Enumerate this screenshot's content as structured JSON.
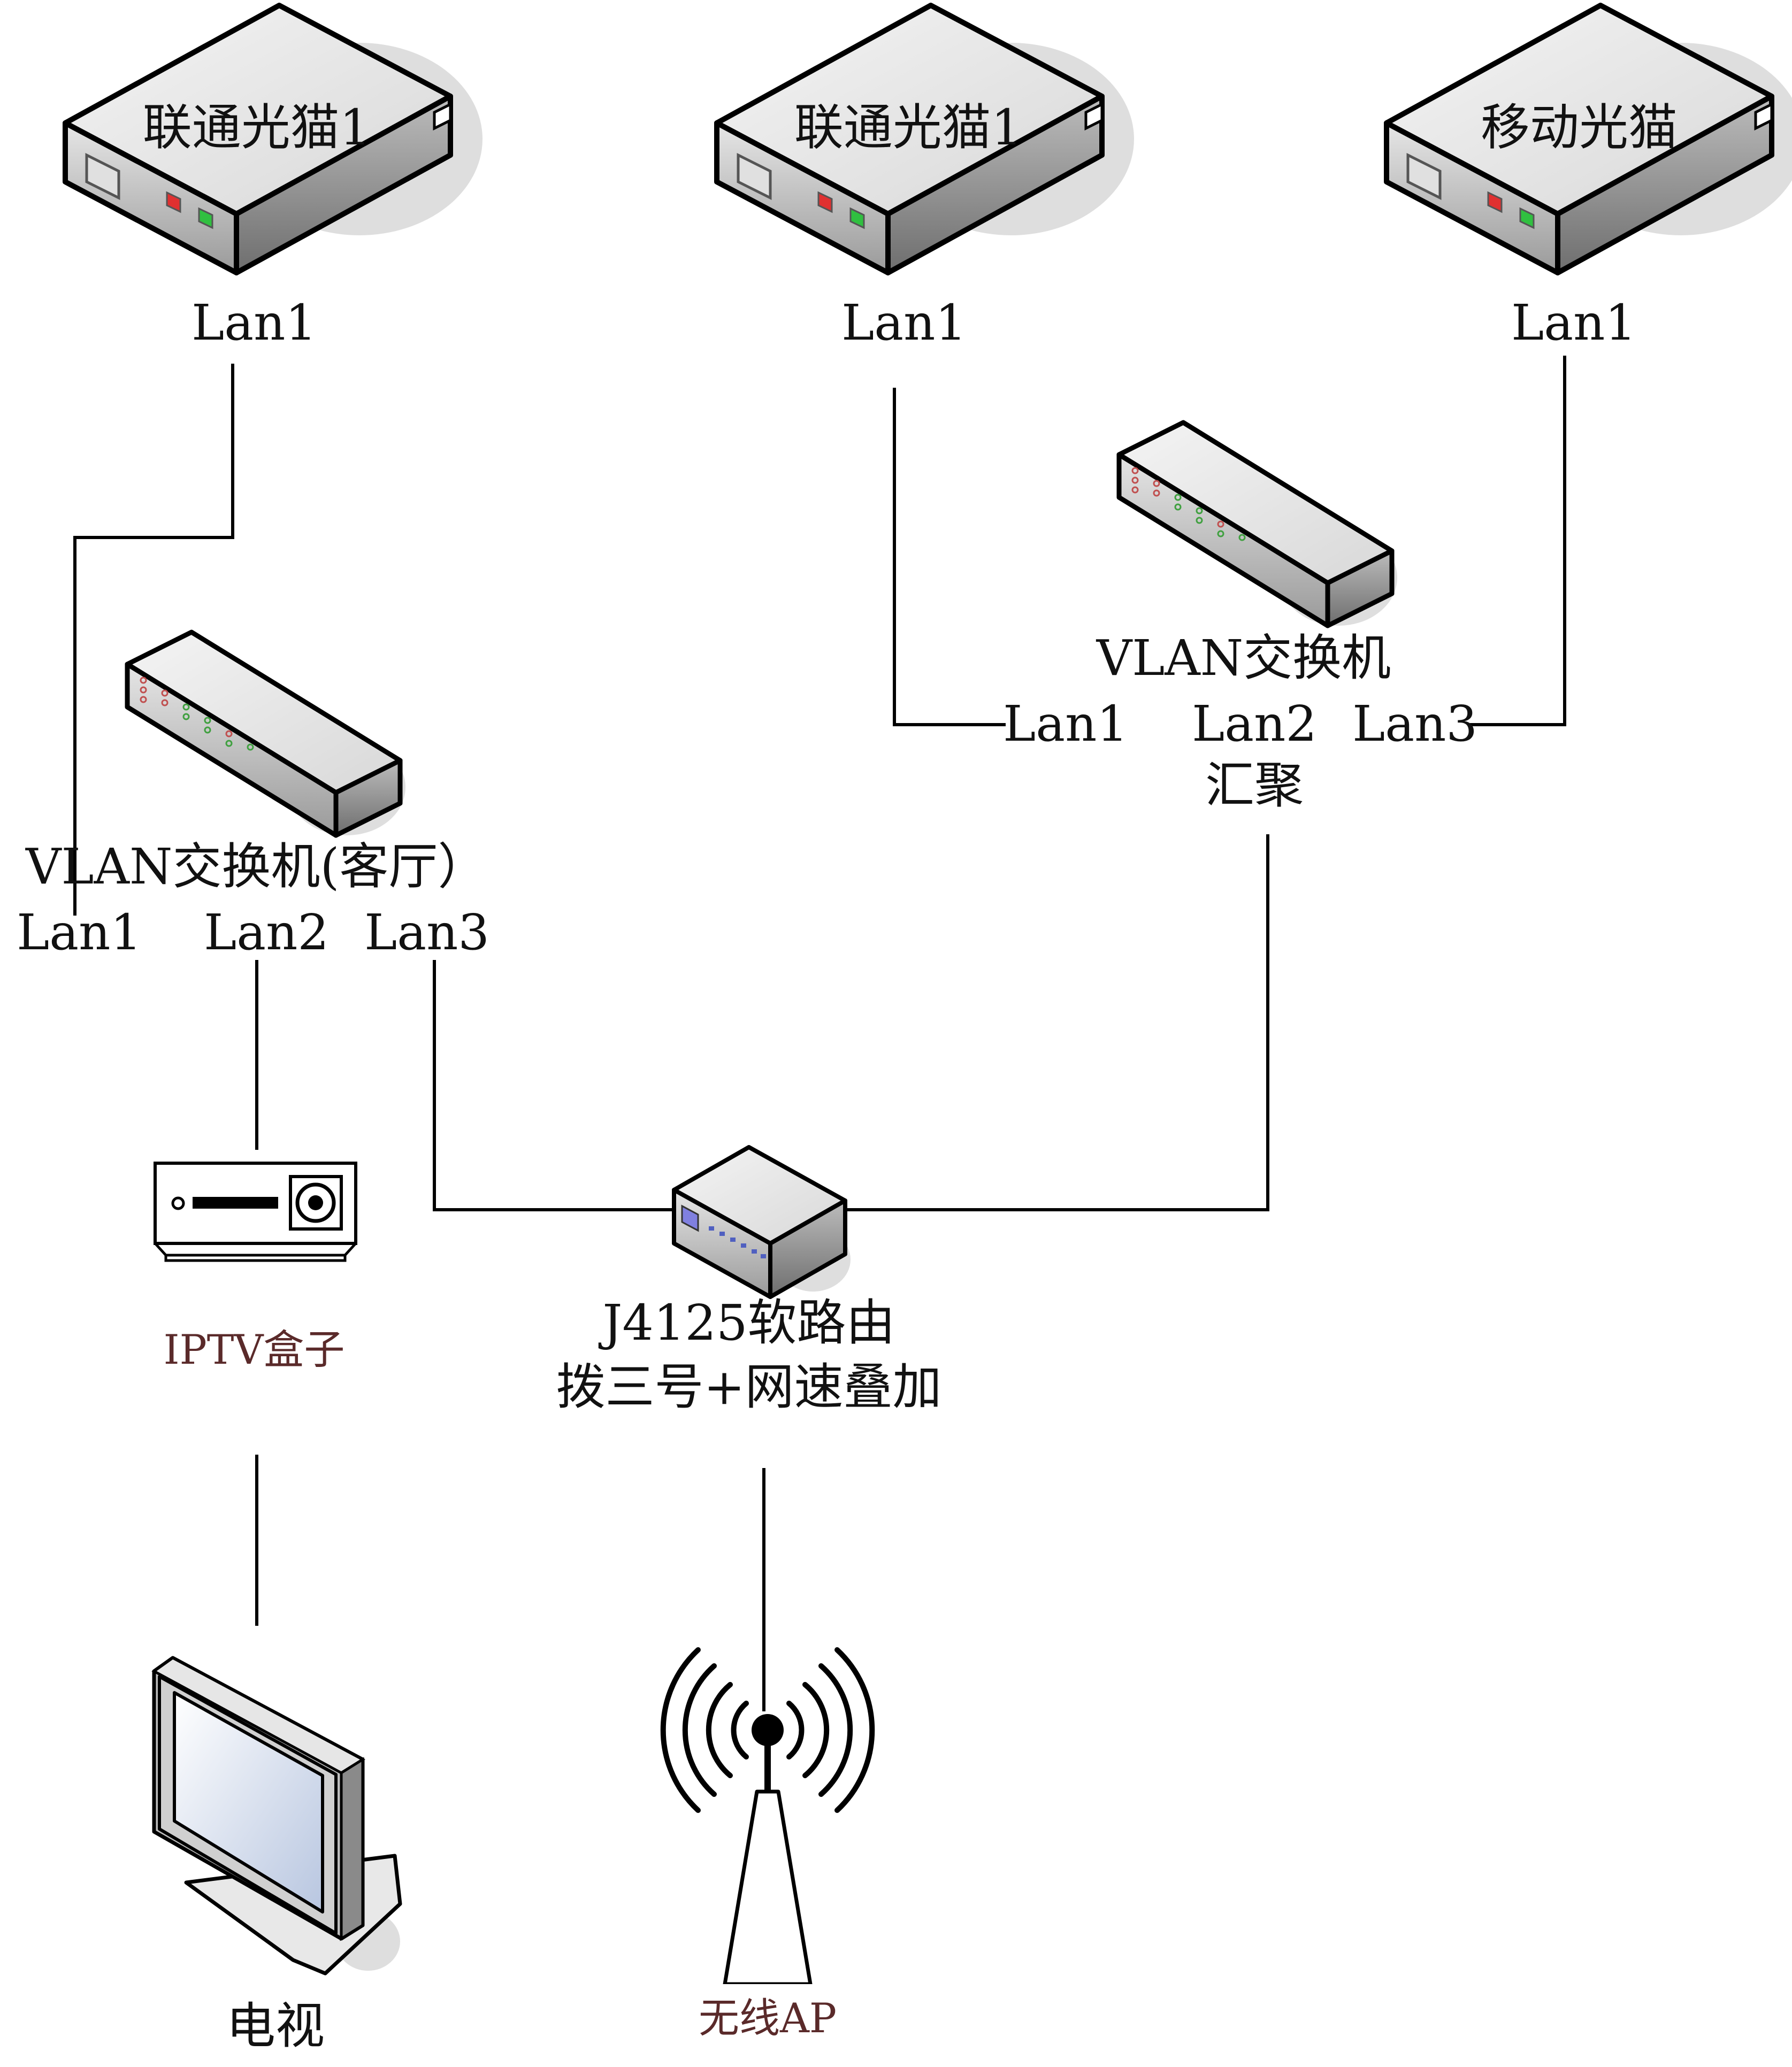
{
  "modems": [
    {
      "label": "联通光猫1",
      "port": "Lan1"
    },
    {
      "label": "联通光猫1",
      "port": "Lan1"
    },
    {
      "label": "移动光猫",
      "port": "Lan1"
    }
  ],
  "aggregation_switch": {
    "label": "VLAN交换机",
    "ports": [
      "Lan1",
      "Lan2",
      "Lan3"
    ],
    "port_note": "汇聚"
  },
  "living_room_switch": {
    "label": "VLAN交换机(客厅）",
    "ports": [
      "Lan1",
      "Lan2",
      "Lan3"
    ]
  },
  "router": {
    "line1": "J4125软路由",
    "line2": "拨三号+网速叠加"
  },
  "iptv_box": {
    "label": "IPTV盒子"
  },
  "tv": {
    "label": "电视"
  },
  "ap": {
    "label": "无线AP"
  },
  "colors": {
    "line": "#000000",
    "device_label_brown": "#5a2a2a",
    "led_red": "#e03030",
    "led_green": "#30c040"
  }
}
